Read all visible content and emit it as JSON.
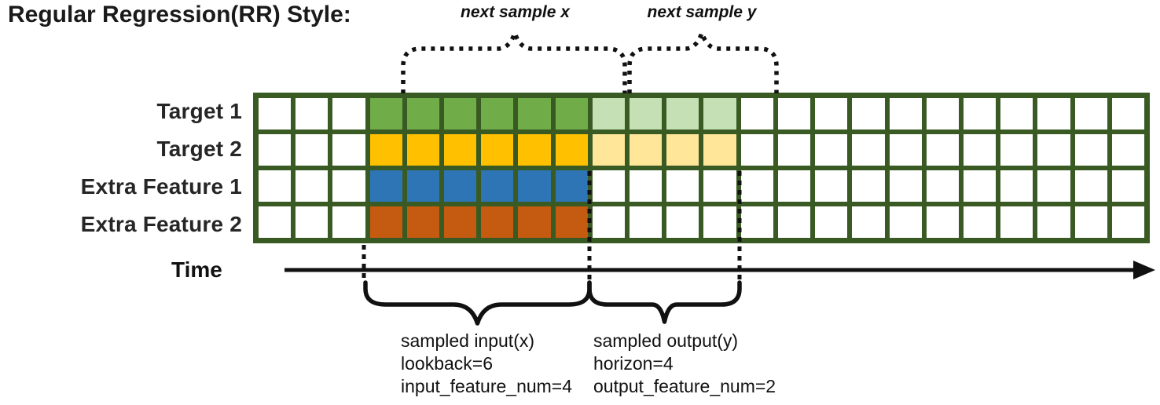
{
  "title": "Regular Regression(RR) Style:",
  "grid": {
    "columns": 24,
    "lookback_start_col": 3,
    "lookback": 6,
    "horizon": 4,
    "border_color": "#3A5A23",
    "empty_cell_color": "#FFFFFF",
    "rows": [
      {
        "label": "Target 1",
        "lookback_color": "#70AC47",
        "horizon_color": "#C5E0B4"
      },
      {
        "label": "Target 2",
        "lookback_color": "#FFC000",
        "horizon_color": "#FFE699"
      },
      {
        "label": "Extra Feature 1",
        "lookback_color": "#2E75B6",
        "horizon_color": null
      },
      {
        "label": "Extra Feature 2",
        "lookback_color": "#C55A11",
        "horizon_color": null
      }
    ]
  },
  "annotations": {
    "next_sample_x": "next sample x",
    "next_sample_y": "next sample y",
    "time_label": "Time",
    "input_lines": [
      "sampled input(x)",
      "lookback=6",
      "input_feature_num=4"
    ],
    "output_lines": [
      "sampled output(y)",
      "horizon=4",
      "output_feature_num=2"
    ]
  },
  "colors": {
    "annotation_stroke": "#111111",
    "text": "#1F1F1F"
  }
}
